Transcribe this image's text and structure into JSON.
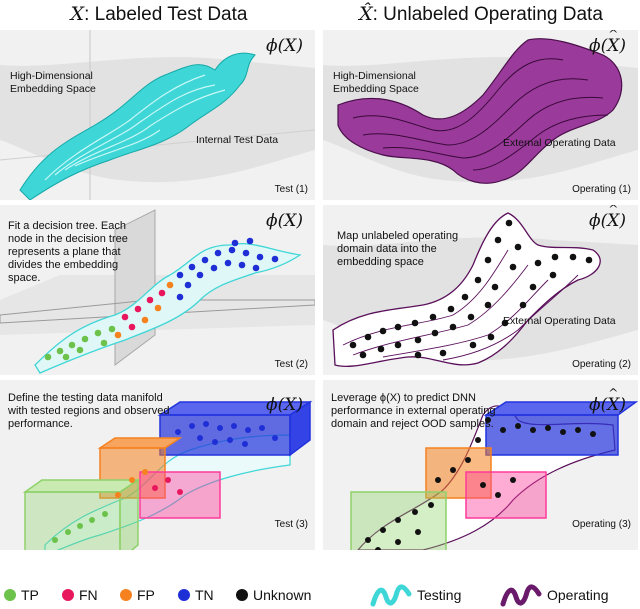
{
  "titles": {
    "left": {
      "symbol": "X",
      "text": ": Labeled Test Data"
    },
    "right": {
      "symbol": "X̂",
      "text": ": Unlabeled Operating Data"
    }
  },
  "panels": {
    "test1": {
      "phi": "ϕ(X)",
      "label1": "High-Dimensional Embedding Space",
      "label2": "Internal Test Data",
      "corner": "Test (1)"
    },
    "op1": {
      "phi_prefix": "ϕ(",
      "phi_var": "X",
      "phi_suffix": ")",
      "label1": "High-Dimensional Embedding Space",
      "label2": "External Operating Data",
      "corner": "Operating (1)"
    },
    "test2": {
      "phi": "ϕ(X)",
      "text": "Fit a decision tree. Each node in the decision tree represents a plane that divides the embedding space.",
      "corner": "Test (2)"
    },
    "op2": {
      "phi_prefix": "ϕ(",
      "phi_var": "X",
      "phi_suffix": ")",
      "text": "Map unlabeled operating domain data into the embedding space",
      "label": "External Operating Data",
      "corner": "Operating (2)"
    },
    "test3": {
      "phi": "ϕ(X)",
      "text": "Define the testing data manifold with tested regions and observed performance.",
      "corner": "Test (3)"
    },
    "op3": {
      "phi_prefix": "ϕ(",
      "phi_var": "X",
      "phi_suffix": ")",
      "text": "Leverage ϕ(X) to predict DNN performance in external operating domain and reject OOD samples.",
      "corner": "Operating (3)"
    }
  },
  "legend": {
    "items": [
      {
        "label": "TP",
        "color": "#6cc24a"
      },
      {
        "label": "FN",
        "color": "#e8175d"
      },
      {
        "label": "FP",
        "color": "#f5821f"
      },
      {
        "label": "TN",
        "color": "#1f2fd6"
      },
      {
        "label": "Unknown",
        "color": "#111111"
      }
    ],
    "testing": "Testing",
    "operating": "Operating"
  },
  "colors": {
    "testing": "#3ed6d6",
    "operating": "#9a3a9a",
    "panel_bg": "#f1f1f1",
    "box_green": "#8fd16a",
    "box_orange": "#f5821f",
    "box_pink": "#ff3a9a",
    "box_blue": "#2233dd"
  }
}
